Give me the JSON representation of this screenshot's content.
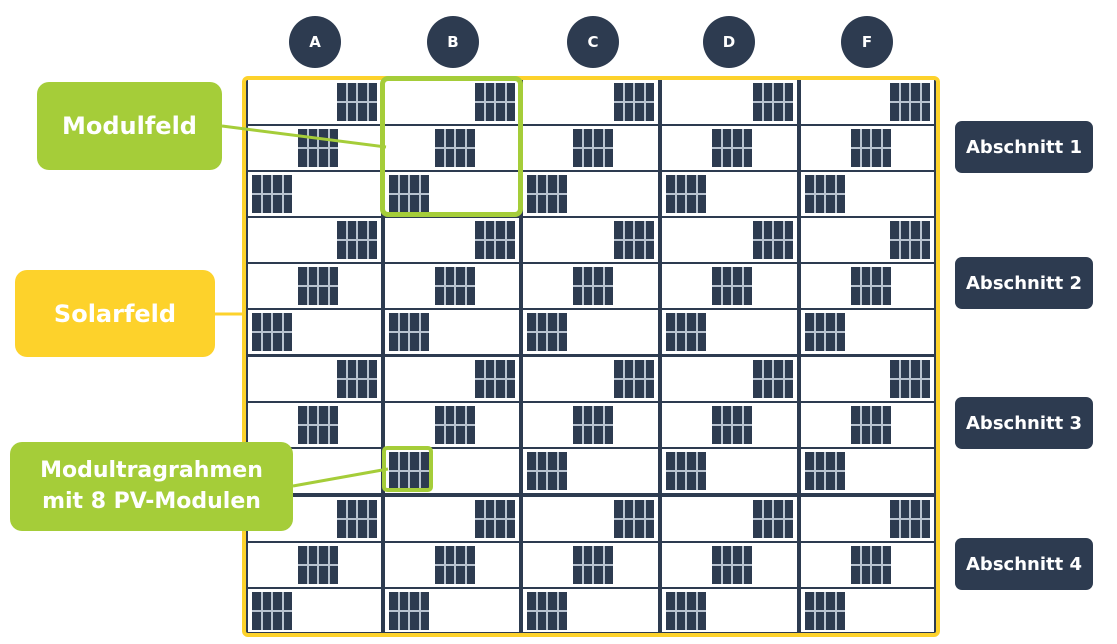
{
  "columns": [
    "A",
    "B",
    "C",
    "D",
    "F"
  ],
  "sections": [
    "Abschnitt 1",
    "Abschnitt 2",
    "Abschnitt 3",
    "Abschnitt 4"
  ],
  "callouts": {
    "modulfeld": "Modulfeld",
    "solarfeld": "Solarfeld",
    "modultragrahmen_line1": "Modultragrahmen",
    "modultragrahmen_line2": "mit 8 PV-Modulen"
  },
  "colors": {
    "dark": "#2d3b50",
    "green": "#a5cd39",
    "yellow": "#fdd22b"
  },
  "layout_info": {
    "rows_per_section": 3,
    "modules_per_frame": 8
  }
}
